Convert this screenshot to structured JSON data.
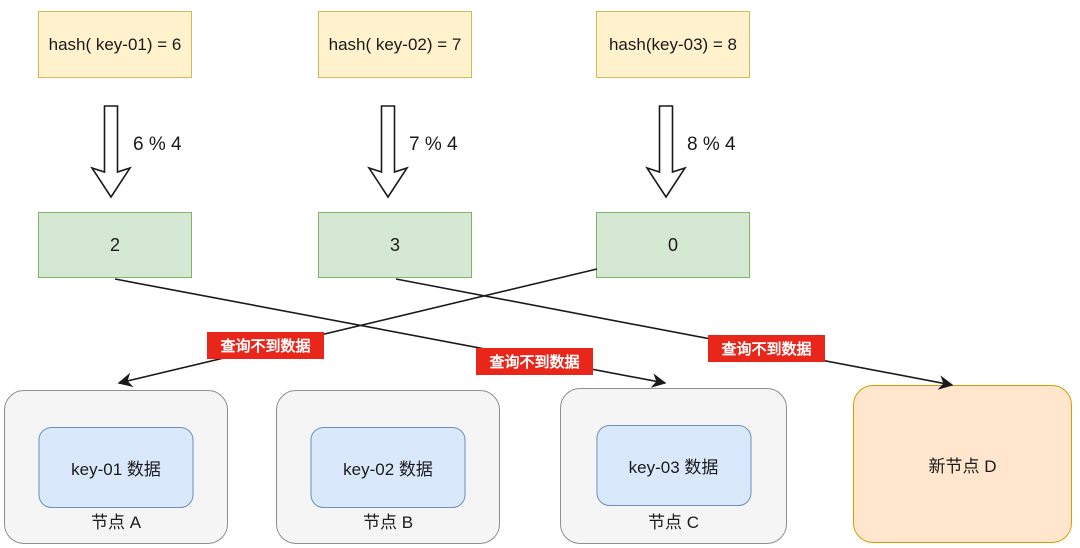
{
  "hash_boxes": [
    {
      "text": "hash( key-01) = 6"
    },
    {
      "text": "hash( key-02) = 7"
    },
    {
      "text": "hash(key-03) = 8"
    }
  ],
  "mod_labels": [
    "6 % 4",
    "7 % 4",
    "8 % 4"
  ],
  "result_boxes": [
    "2",
    "3",
    "0"
  ],
  "error_labels": [
    "查询不到数据",
    "查询不到数据",
    "查询不到数据"
  ],
  "nodes": [
    {
      "title": "节点 A",
      "data": "key-01 数据"
    },
    {
      "title": "节点 B",
      "data": "key-02 数据"
    },
    {
      "title": "节点 C",
      "data": "key-03 数据"
    },
    {
      "title": "新节点 D"
    }
  ],
  "connections": [
    {
      "from": "2",
      "to": "节点 C",
      "label": "查询不到数据"
    },
    {
      "from": "3",
      "to": "新节点 D",
      "label": "查询不到数据"
    },
    {
      "from": "0",
      "to": "节点 A",
      "label": "查询不到数据"
    }
  ],
  "colors": {
    "hash_box_fill": "#fff2cc",
    "hash_box_border": "#d6b656",
    "result_box_fill": "#d5e8d4",
    "result_box_border": "#82b366",
    "node_fill": "#f5f5f5",
    "node_border": "#8f8f8f",
    "data_box_fill": "#dae8fc",
    "data_box_border": "#6c8ebf",
    "new_node_fill": "#ffe6cc",
    "new_node_border": "#d79b00",
    "error_fill": "#e8261a",
    "error_text": "#ffffff",
    "line_color": "#1a1a1a"
  }
}
